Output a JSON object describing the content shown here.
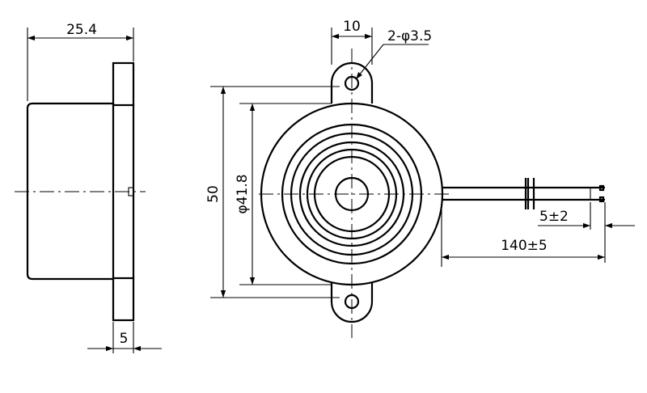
{
  "figure": {
    "side_view": {
      "width_label": "25.4",
      "flange_thickness_label": "5"
    },
    "front_view": {
      "tab_width_label": "10",
      "holes_label": "2-φ3.5",
      "height_label": "50",
      "body_diameter_label": "φ41.8",
      "lead_strip_label": "5±2",
      "lead_length_label": "140±5"
    }
  }
}
